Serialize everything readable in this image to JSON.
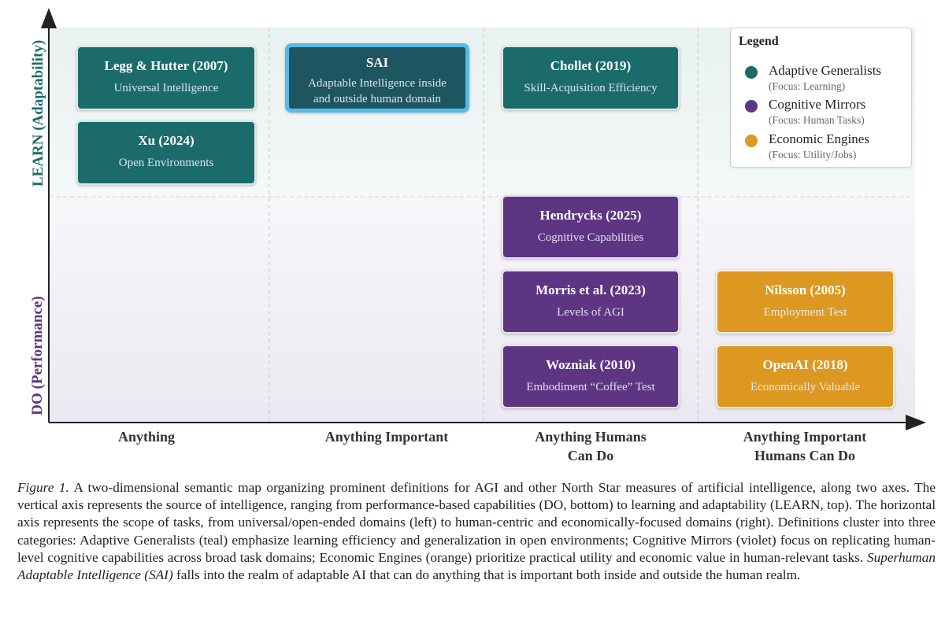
{
  "y_axis": {
    "top_label": "LEARN (Adaptability)",
    "bottom_label": "DO (Performance)",
    "top_color": "#1b6b6b",
    "bottom_color": "#5e3582"
  },
  "x_axis": {
    "categories": [
      "Anything",
      "Anything Important",
      "Anything Humans Can Do",
      "Anything Important Humans Can Do"
    ]
  },
  "cards": [
    {
      "title": "Legg & Hutter (2007)",
      "subtitle": "Universal Intelligence",
      "category": "Adaptive Generalists"
    },
    {
      "title": "Xu (2024)",
      "subtitle": "Open Environments",
      "category": "Adaptive Generalists"
    },
    {
      "title": "SAI",
      "subtitle": "Adaptable Intelligence inside and outside human domain",
      "category": "Superhuman Adaptable Intelligence"
    },
    {
      "title": "Chollet (2019)",
      "subtitle": "Skill-Acquisition Efficiency",
      "category": "Adaptive Generalists"
    },
    {
      "title": "Hendrycks (2025)",
      "subtitle": "Cognitive Capabilities",
      "category": "Cognitive Mirrors"
    },
    {
      "title": "Morris et al. (2023)",
      "subtitle": "Levels of AGI",
      "category": "Cognitive Mirrors"
    },
    {
      "title": "Wozniak (2010)",
      "subtitle": "Embodiment “Coffee” Test",
      "category": "Cognitive Mirrors"
    },
    {
      "title": "Nilsson (2005)",
      "subtitle": "Employment Test",
      "category": "Economic Engines"
    },
    {
      "title": "OpenAI (2018)",
      "subtitle": "Economically Valuable",
      "category": "Economic Engines"
    }
  ],
  "legend": {
    "title": "Legend",
    "items": [
      {
        "name": "Adaptive Generalists",
        "focus": "(Focus: Learning)",
        "color": "#1b6b6b"
      },
      {
        "name": "Cognitive Mirrors",
        "focus": "(Focus: Human Tasks)",
        "color": "#5e3582"
      },
      {
        "name": "Economic Engines",
        "focus": "(Focus: Utility/Jobs)",
        "color": "#dc9820"
      }
    ]
  },
  "caption": {
    "label": "Figure 1.",
    "text_1": " A two-dimensional semantic map organizing prominent definitions for AGI and other North Star measures of artificial intelligence, along two axes. The vertical axis represents the source of intelligence, ranging from performance-based capabilities (DO, bottom) to learning and adaptability (LEARN, top). The horizontal axis represents the scope of tasks, from universal/open-ended domains (left) to human-centric and economically-focused domains (right). Definitions cluster into three categories: Adaptive Generalists (teal) emphasize learning efficiency and generalization in open environments; Cognitive Mirrors (violet) focus on replicating human-level cognitive capabilities across broad task domains; Economic Engines (orange) prioritize practical utility and economic value in human-relevant tasks. ",
    "italic": "Superhuman Adaptable Intelligence (SAI)",
    "text_2": " falls into the realm of adaptable AI that can do anything that is important both inside and outside the human realm."
  },
  "colors": {
    "teal": "#1b6b6b",
    "violet": "#5e3582",
    "orange": "#dc9820",
    "sai_border": "#56b9ea"
  }
}
